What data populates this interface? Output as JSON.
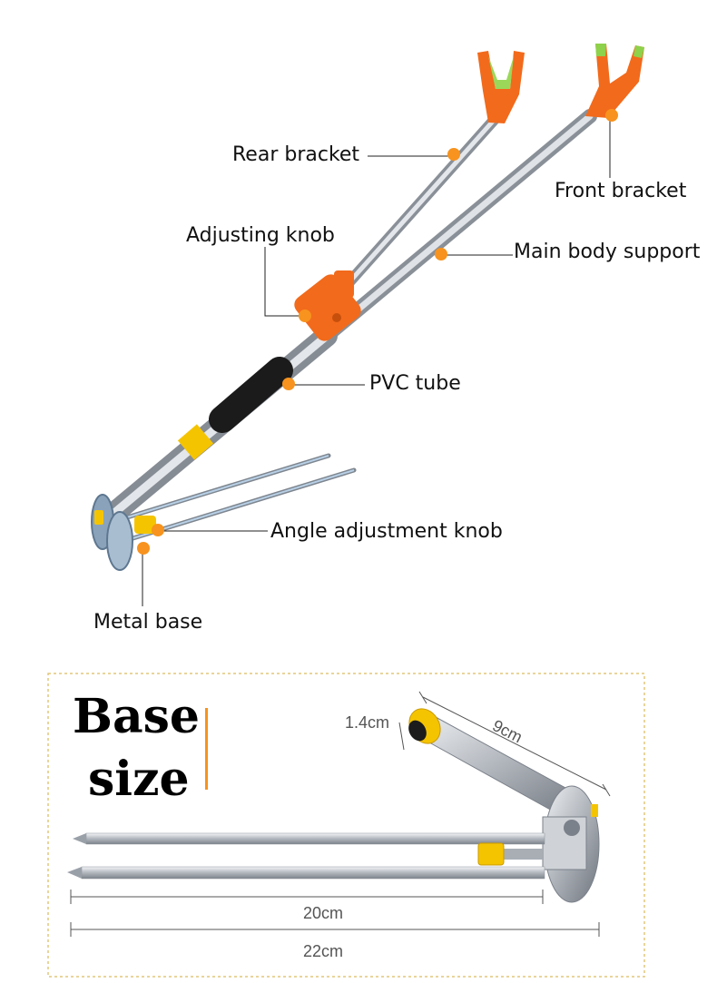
{
  "callouts": {
    "rear_bracket": "Rear bracket",
    "front_bracket": "Front bracket",
    "adjusting_knob": "Adjusting knob",
    "main_body_support": "Main body support",
    "pvc_tube": "PVC tube",
    "angle_adjustment_knob": "Angle adjustment knob",
    "metal_base": "Metal base"
  },
  "base_section": {
    "title_line1": "Base",
    "title_line2": "size",
    "dimensions": {
      "tube_diameter": "1.4cm",
      "tube_length": "9cm",
      "spike_length": "20cm",
      "total_length": "22cm"
    }
  },
  "colors": {
    "accent_orange": "#f7931e",
    "bracket_orange": "#f26a1b",
    "knob_yellow": "#f5c400",
    "steel": "#c8ccd2",
    "frame_dash": "#e2c77a"
  }
}
